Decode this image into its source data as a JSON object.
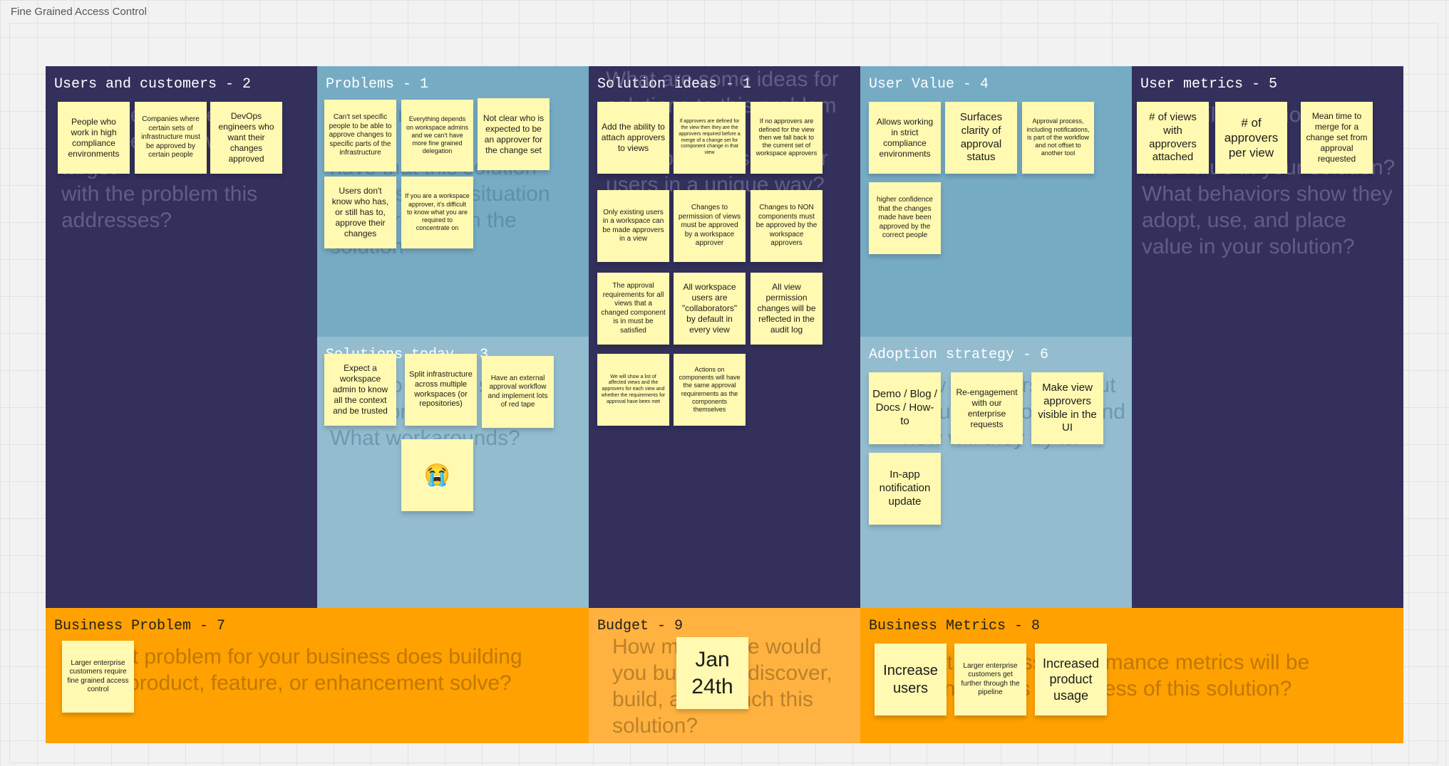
{
  "board": {
    "title": "Fine Grained Access Control"
  },
  "colors": {
    "navy": "#33305c",
    "blue": "#76abc4",
    "light_blue": "#93bccf",
    "orange": "#ffa100",
    "light_orange": "#ffb240",
    "sticky_yellow": "#fff9b1"
  },
  "sections": {
    "users": {
      "title": "Users and customers - 2",
      "ghost": "Who are the users and\ncustomers you want to target\nwith the problem this addresses?"
    },
    "problems": {
      "title": "Problems - 1",
      "ghost": "What problems do your users\nhave that this solution\naddresses the situation\nwhat problem in the solution"
    },
    "solutions_today": {
      "title": "Solutions today - 3",
      "ghost": "How do people solve\nthese problems today?\nWhat workarounds?"
    },
    "solution_ideas": {
      "title": "Solution ideas - 1",
      "ghost": "What are some ideas for\nsolutions to this problem that\nsolve problems for your\nusers in a unique way?"
    },
    "user_value": {
      "title": "User Value - 4",
      "ghost": ""
    },
    "adoption": {
      "title": "Adoption strategy - 6",
      "ghost": "How will users find out\nabout your solution and\nhow will they try it?"
    },
    "user_metrics": {
      "title": "User metrics - 5",
      "ghost": "How will you know that users\nfind value in your solution?\nWhat behaviors show they\nadopt, use, and place\nvalue in your solution?"
    },
    "business_problem": {
      "title": "Business Problem - 7",
      "ghost": "What problem for your business does building\nthis product, feature, or enhancement solve?"
    },
    "budget": {
      "title": "Budget - 9",
      "ghost": "How much time would\nyou budget to discover,\nbuild, and launch this\nsolution?"
    },
    "business_metrics": {
      "title": "Business Metrics - 8",
      "ghost": "What business performance metrics will be\nthe indicators of success of this solution?"
    }
  },
  "stickies": {
    "users_1": "People who work in high compliance environments",
    "users_2": "Companies where certain sets of infrastructure must be approved by certain people",
    "users_3": "DevOps engineers who want their changes approved",
    "problems_1": "Can't set specific people to be able to approve changes to specific parts of the infrastructure",
    "problems_2": "Everything depends on workspace admins and we can't have more fine grained delegation",
    "problems_3": "Not clear who is expected to be an approver for the change set",
    "problems_4": "Users don't know who has, or still has to, approve their changes",
    "problems_5": "If you are a workspace approver, it's difficult to know what you are required to concentrate on",
    "today_1": "Expect a workspace admin to know all the context and be trusted",
    "today_2": "Split infrastructure across multiple workspaces (or repositories)",
    "today_3": "Have an external approval workflow and implement lots of red tape",
    "today_4": "😭",
    "ideas_1": "Add the ability to attach approvers to views",
    "ideas_2": "If approvers are defined for the view then they are the approvers required before a merge of a change set for component change in that view",
    "ideas_3": "If no approvers are defined for the view then we fall back to the current set of workspace approvers",
    "ideas_4": "Only existing users in a workspace can be made approvers in a view",
    "ideas_5": "Changes to permission of views must be approved by a workspace approver",
    "ideas_6": "Changes to NON components must be approved by the workspace approvers",
    "ideas_7": "The approval requirements for all views that a changed component is in must be satisfied",
    "ideas_8": "All workspace users are \"collaborators\" by default in every view",
    "ideas_9": "All view permission changes will be reflected in the audit log",
    "ideas_10": "We will show a list of affected views and the approvers for each view and whether the requirements for approval have been met",
    "ideas_11": "Actions on components will have the same approval requirements as the components themselves",
    "value_1": "Allows working in strict compliance environments",
    "value_2": "Surfaces clarity of approval status",
    "value_3": "Approval process, including notifications, is part of the workflow and not offset to another tool",
    "value_4": "higher confidence that the changes made have been approved by the correct people",
    "adoption_1": "Demo / Blog / Docs / How-to",
    "adoption_2": "Re-engagement with our enterprise requests",
    "adoption_3": "Make view approvers visible in the UI",
    "adoption_4": "In-app notification update",
    "metrics_1": "# of views with approvers attached",
    "metrics_2": "# of approvers per view",
    "metrics_3": "Mean time to merge for a change set from approval requested",
    "biz_problem_1": "Larger enterprise customers require fine grained access control",
    "budget_1": "Jan 24th",
    "biz_metrics_1": "Increase users",
    "biz_metrics_2": "Larger enterprise customers get further through the pipeline",
    "biz_metrics_3": "Increased product usage"
  }
}
